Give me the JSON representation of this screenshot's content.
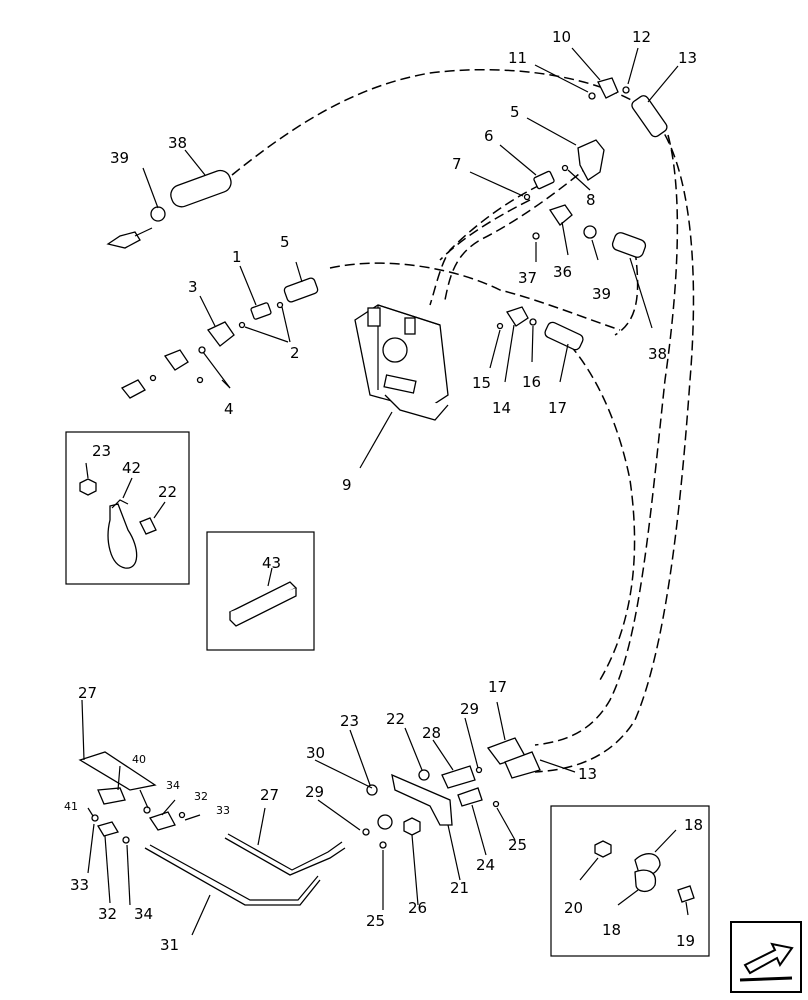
{
  "labels": {
    "l1": "1",
    "l2": "2",
    "l3": "3",
    "l4": "4",
    "l5a": "5",
    "l5b": "5",
    "l6": "6",
    "l7": "7",
    "l8": "8",
    "l9": "9",
    "l10": "10",
    "l11": "11",
    "l12": "12",
    "l13a": "13",
    "l13b": "13",
    "l14": "14",
    "l15": "15",
    "l16": "16",
    "l17a": "17",
    "l17b": "17",
    "l18a": "18",
    "l18b": "18",
    "l19": "19",
    "l20": "20",
    "l21": "21",
    "l22a": "22",
    "l22b": "22",
    "l23a": "23",
    "l23b": "23",
    "l24": "24",
    "l25a": "25",
    "l25b": "25",
    "l26": "26",
    "l27a": "27",
    "l27b": "27",
    "l28": "28",
    "l29a": "29",
    "l29b": "29",
    "l30": "30",
    "l31": "31",
    "l32a": "32",
    "l32b": "32",
    "l33a": "33",
    "l33b": "33",
    "l34a": "34",
    "l34b": "34",
    "l36": "36",
    "l37": "37",
    "l38a": "38",
    "l38b": "38",
    "l39a": "39",
    "l39b": "39",
    "l40": "40",
    "l41": "41",
    "l42": "42",
    "l43": "43"
  },
  "icons": {
    "nav": "next-page-arrow-icon"
  }
}
